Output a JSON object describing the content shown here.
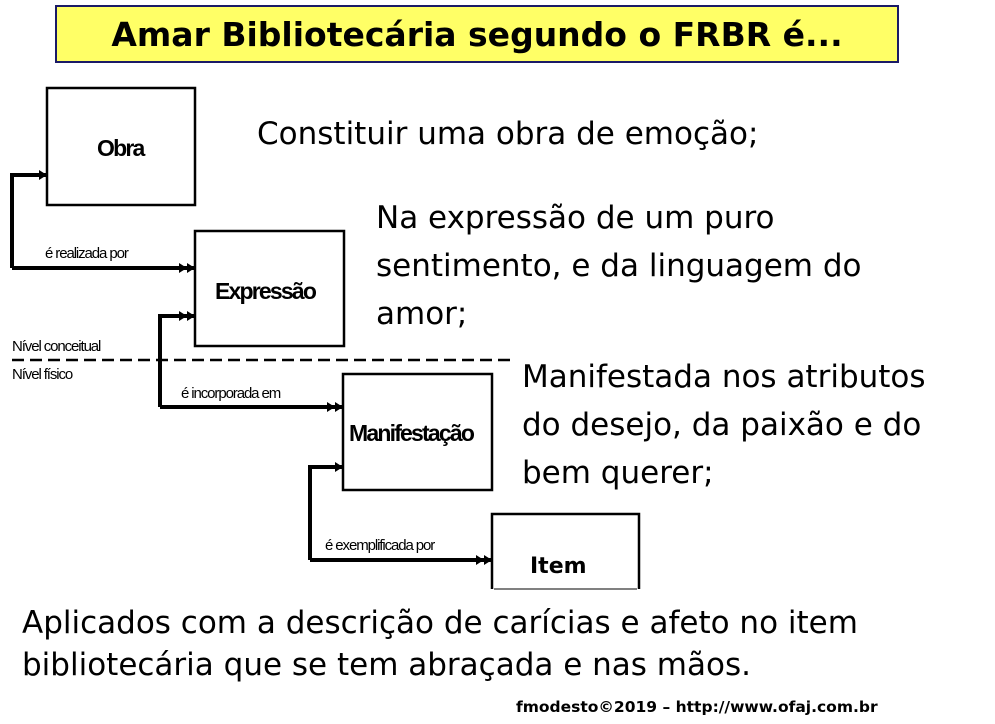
{
  "title": "Amar Bibliotecária segundo o FRBR é...",
  "diagram": {
    "entities": {
      "obra": "Obra",
      "expressao": "Expressão",
      "manifestacao": "Manifestação",
      "item": "Item"
    },
    "relations": {
      "realizada": "é realizada por",
      "incorporada": "é incorporada em",
      "exemplificada": "é exemplificada por"
    },
    "levels": {
      "conceitual": "Nível conceitual",
      "fisico": "Nível físico"
    }
  },
  "verses": {
    "obra": [
      "Constituir uma obra de emoção;"
    ],
    "expressao": [
      "Na expressão de um puro",
      "sentimento, e da linguagem do",
      "amor;"
    ],
    "manifestacao": [
      "Manifestada nos atributos",
      "do desejo, da paixão e do",
      "bem querer;"
    ],
    "item": [
      "Aplicados com a descrição de carícias e afeto no item",
      "bibliotecária que se tem abraçada e nas mãos."
    ]
  },
  "footer": "fmodesto©2019 – http://www.ofaj.com.br",
  "colors": {
    "title_bg": "#ffff66",
    "title_border": "#1a1a66"
  }
}
